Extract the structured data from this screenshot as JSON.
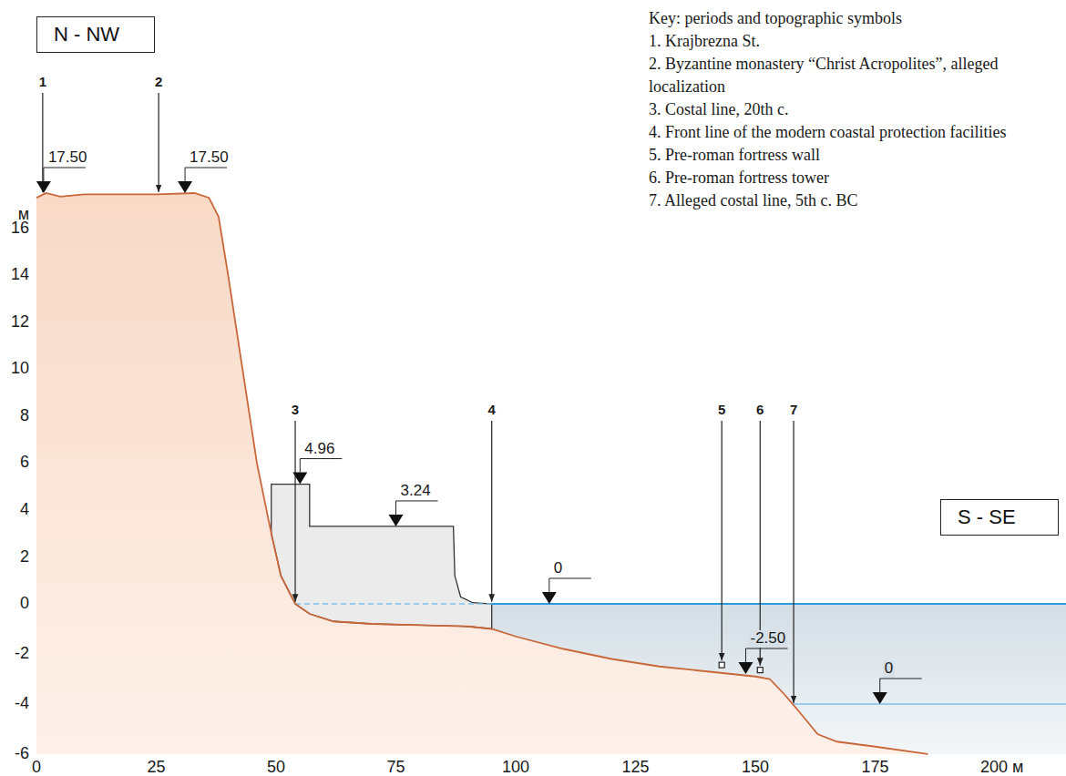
{
  "diagram": {
    "nodes": [
      {
        "text": [
          "N - NW"
        ]
      },
      {
        "text": [
          "S - SE"
        ]
      }
    ],
    "labels": [
      "Key: periods and topographic symbols",
      "1. Krajbrezna St.",
      "2. Byzantine monastery “Christ Acropolites”, alleged localization",
      "3. Costal line, 20th c.",
      "4. Front line of the modern coastal protection facilities",
      "5. Pre-roman fortress wall",
      "6. Pre-roman fortress tower",
      "7. Alleged costal line, 5th c. BC",
      "1",
      "2",
      "3",
      "4",
      "5",
      "6",
      "7",
      "17.50",
      "17.50",
      "4.96",
      "3.24",
      "0",
      "-2.50",
      "0",
      "м",
      "16",
      "14",
      "12",
      "10",
      "8",
      "6",
      "4",
      "2",
      "0",
      "-2",
      "-4",
      "-6",
      "0",
      "25",
      "50",
      "75",
      "100",
      "125",
      "150",
      "175",
      "200 м"
    ]
  }
}
